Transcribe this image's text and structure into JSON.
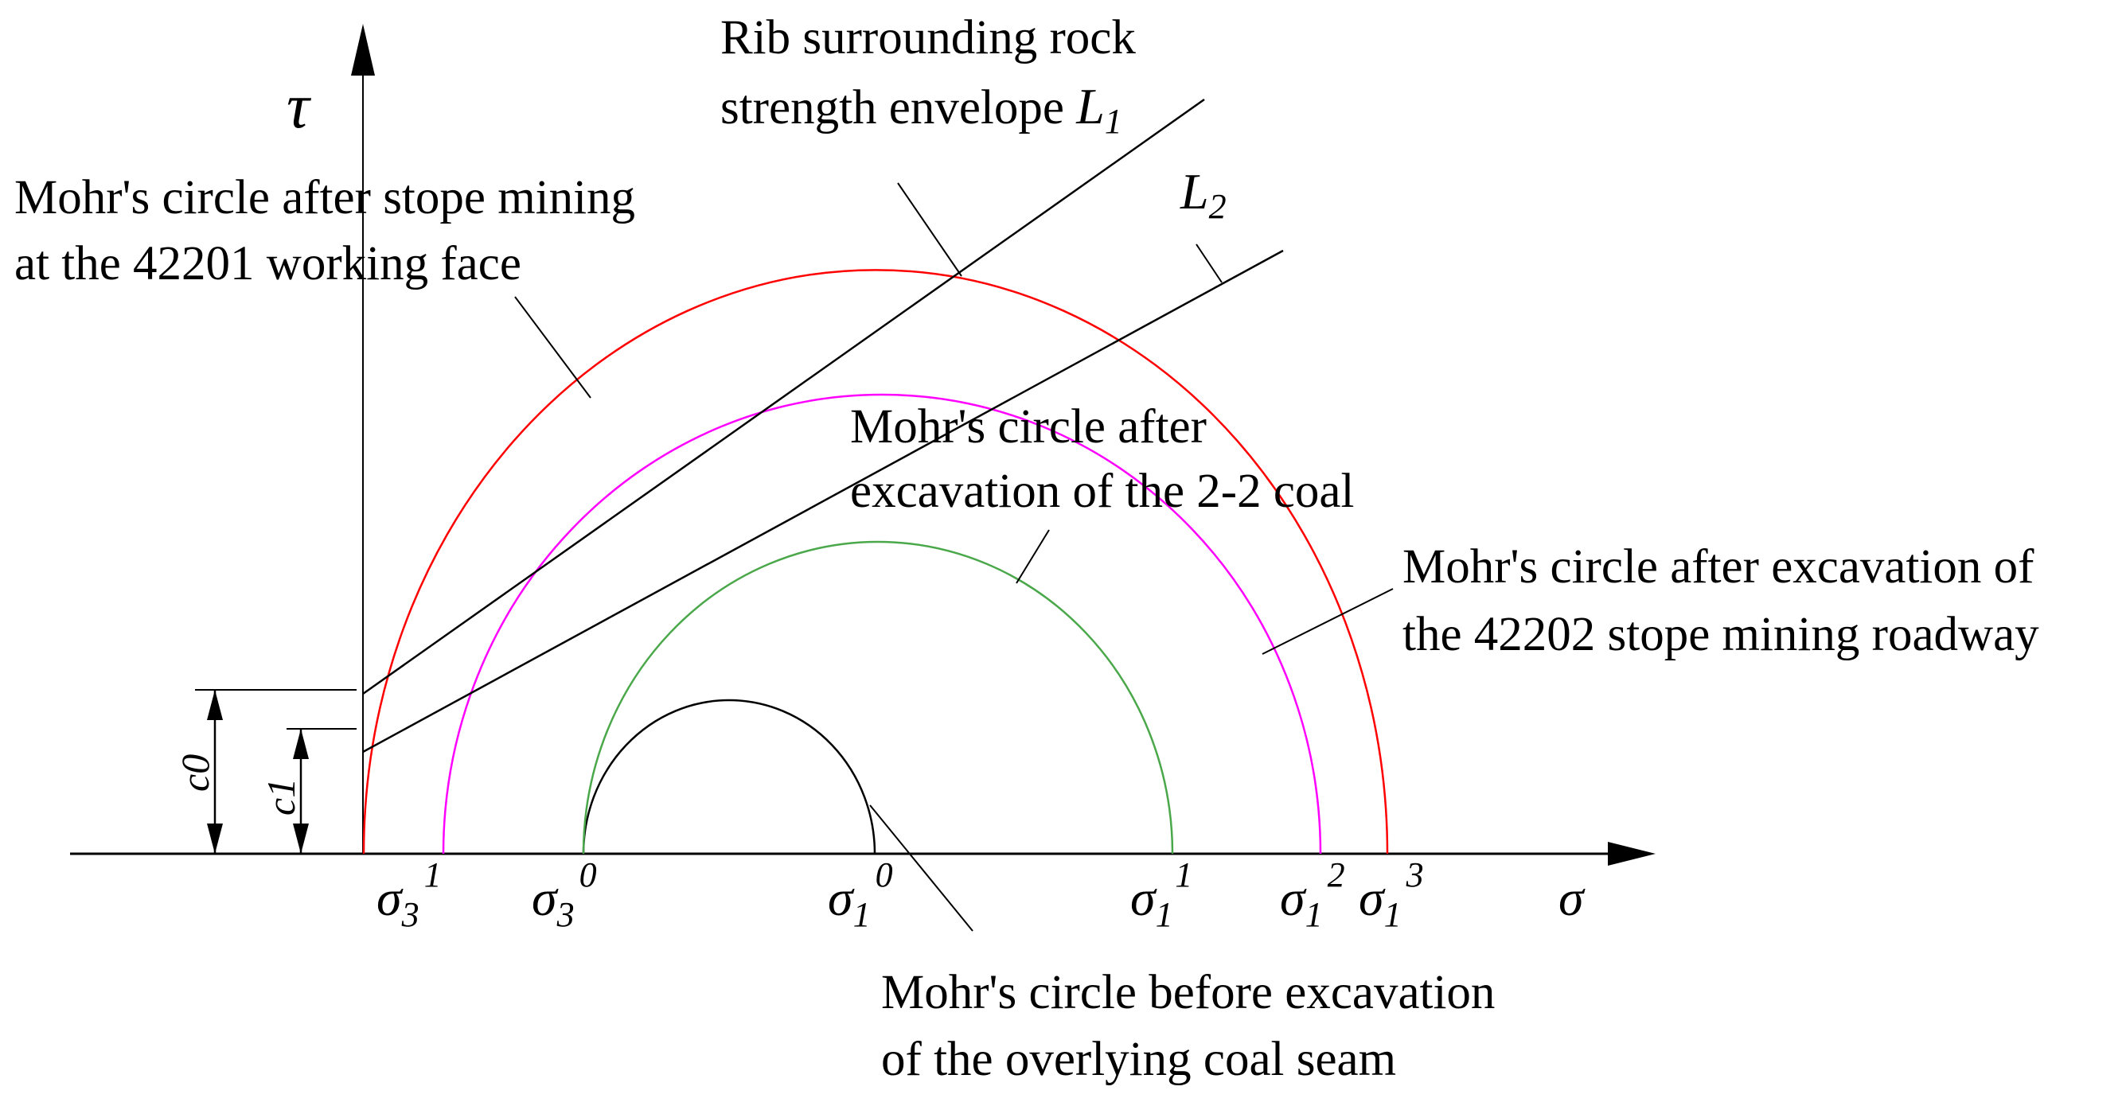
{
  "axes": {
    "tau_label": "τ",
    "sigma_label": "σ"
  },
  "labels": {
    "rib_envelope_line1": "Rib surrounding rock",
    "rib_envelope_line2": "strength envelope ",
    "l1_main": "L",
    "l1_sub": "1",
    "l2_main": "L",
    "l2_sub": "2",
    "circle_42201_line1": "Mohr's circle after stope mining",
    "circle_42201_line2": "at the 42201 working face",
    "circle_22coal_line1": "Mohr's circle after",
    "circle_22coal_line2": "excavation of the 2-2 coal",
    "circle_42202_line1": "Mohr's circle after excavation of",
    "circle_42202_line2": "the 42202 stope mining roadway",
    "circle_before_line1": "Mohr's circle before excavation",
    "circle_before_line2": "of the overlying coal seam",
    "c0": "c0",
    "c1": "c1"
  },
  "sigma_ticks": [
    {
      "sigma": "σ",
      "sub": "3",
      "sup": "1"
    },
    {
      "sigma": "σ",
      "sub": "3",
      "sup": "0"
    },
    {
      "sigma": "σ",
      "sub": "1",
      "sup": "0"
    },
    {
      "sigma": "σ",
      "sub": "1",
      "sup": "1"
    },
    {
      "sigma": "σ",
      "sub": "1",
      "sup": "2"
    },
    {
      "sigma": "σ",
      "sub": "1",
      "sup": "3"
    }
  ],
  "colors": {
    "circle_before": "#000000",
    "circle_22coal": "#4aa84a",
    "circle_42202": "#ff00ff",
    "circle_42201": "#ff0000",
    "lines": "#000000"
  }
}
